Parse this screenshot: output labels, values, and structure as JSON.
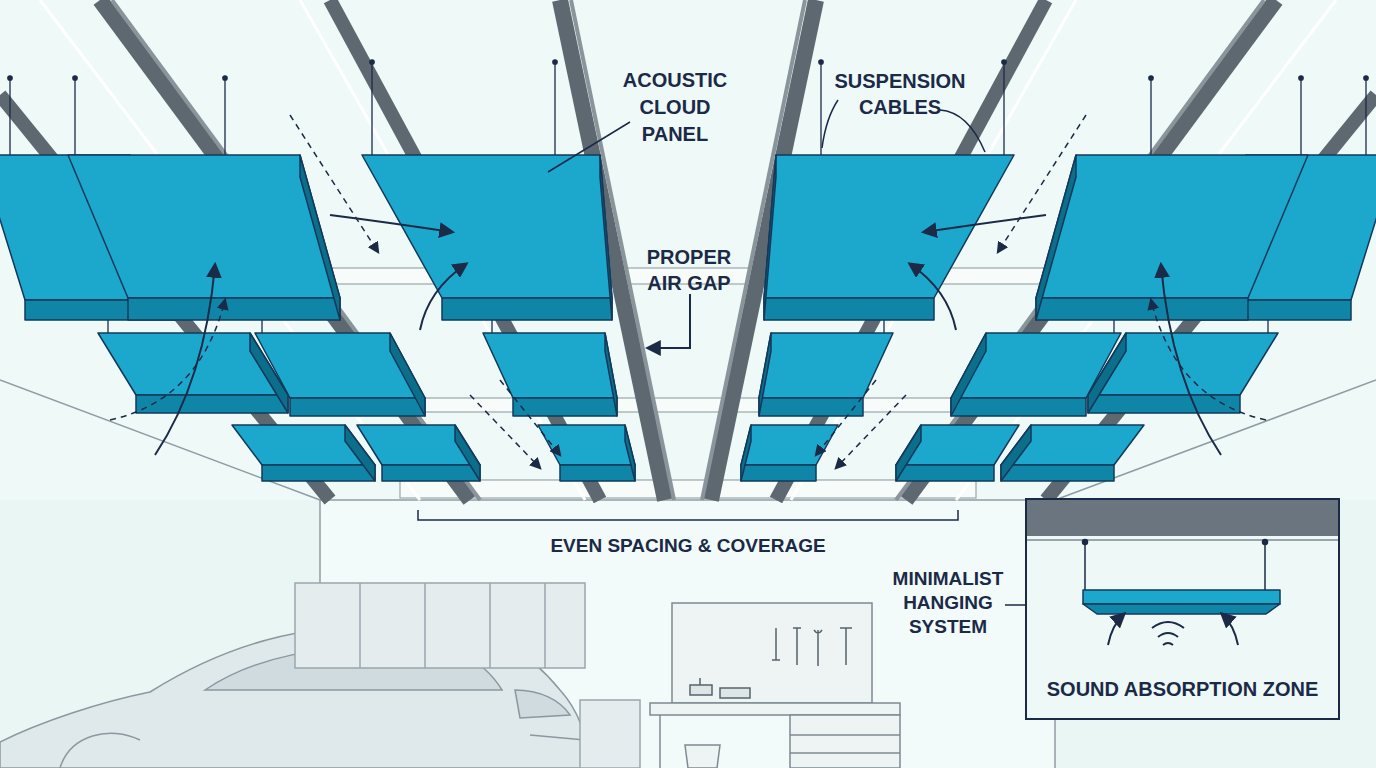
{
  "diagram": {
    "nodes": [
      {
        "text": [
          "SOUND ABSORPTION ZONE"
        ]
      }
    ],
    "labels": [
      "ACOUSTIC CLOUD PANEL",
      "SUSPENSION CABLES",
      "PROPER AIR GAP",
      "EVEN SPACING & COVERAGE",
      "MINIMALIST HANGING SYSTEM"
    ]
  }
}
